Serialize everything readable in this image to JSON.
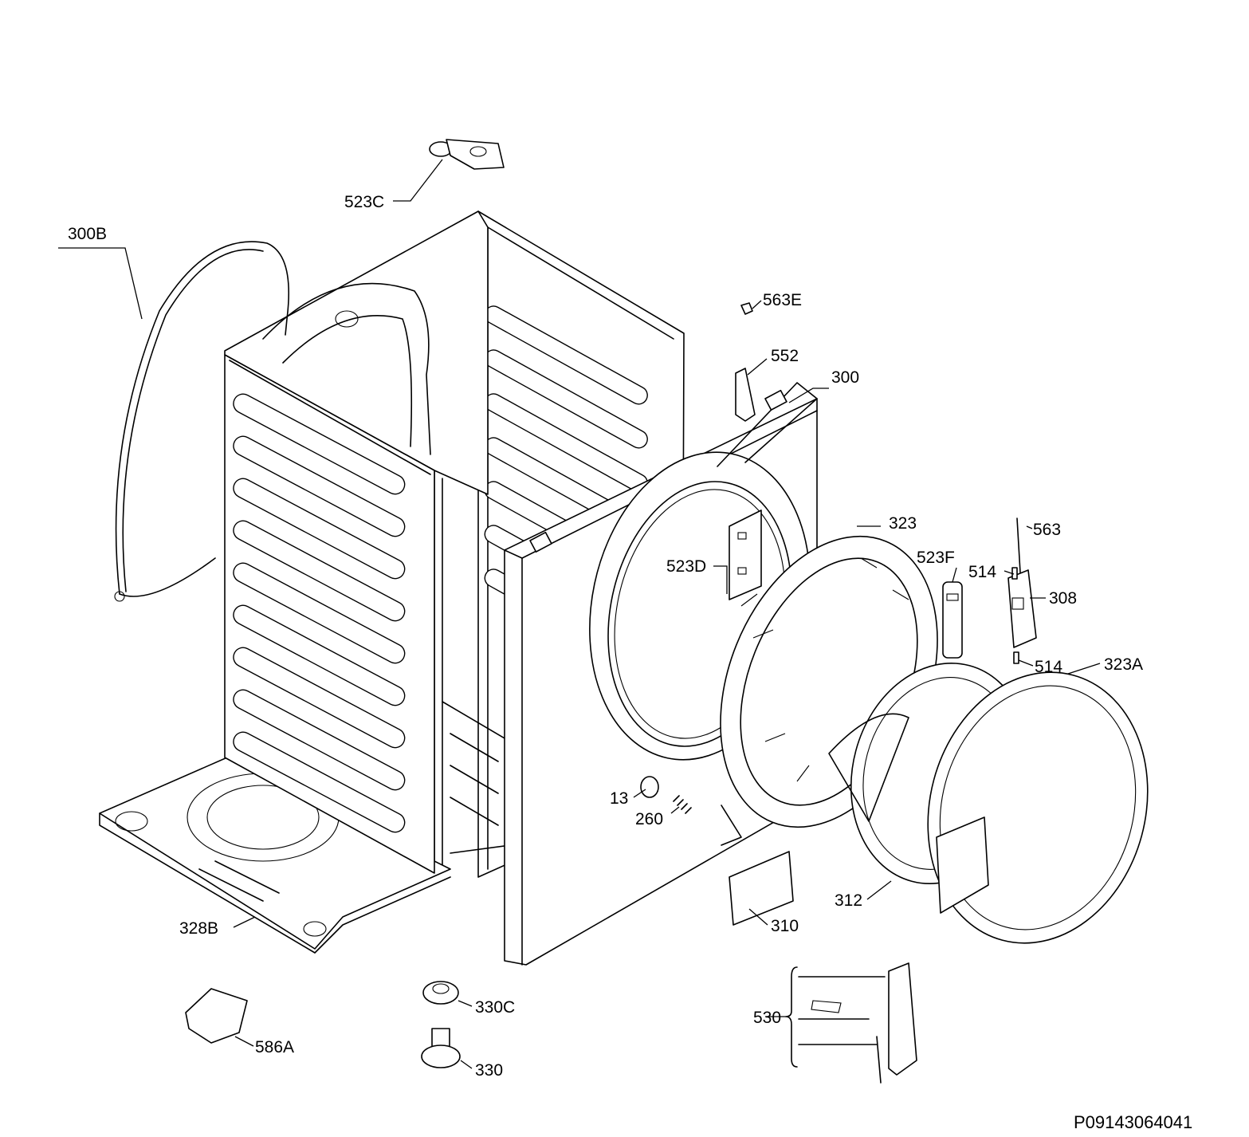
{
  "diagram": {
    "reference_code": "P09143064041",
    "callouts": [
      {
        "id": "523C",
        "text": "523C"
      },
      {
        "id": "300B",
        "text": "300B"
      },
      {
        "id": "563E",
        "text": "563E"
      },
      {
        "id": "552",
        "text": "552"
      },
      {
        "id": "300",
        "text": "300"
      },
      {
        "id": "323",
        "text": "323"
      },
      {
        "id": "563",
        "text": "563"
      },
      {
        "id": "523F",
        "text": "523F"
      },
      {
        "id": "514a",
        "text": "514"
      },
      {
        "id": "308",
        "text": "308"
      },
      {
        "id": "523D",
        "text": "523D"
      },
      {
        "id": "514b",
        "text": "514"
      },
      {
        "id": "323A",
        "text": "323A"
      },
      {
        "id": "13",
        "text": "13"
      },
      {
        "id": "260",
        "text": "260"
      },
      {
        "id": "312",
        "text": "312"
      },
      {
        "id": "310",
        "text": "310"
      },
      {
        "id": "328B",
        "text": "328B"
      },
      {
        "id": "330C",
        "text": "330C"
      },
      {
        "id": "530",
        "text": "530"
      },
      {
        "id": "586A",
        "text": "586A"
      },
      {
        "id": "330",
        "text": "330"
      }
    ]
  }
}
